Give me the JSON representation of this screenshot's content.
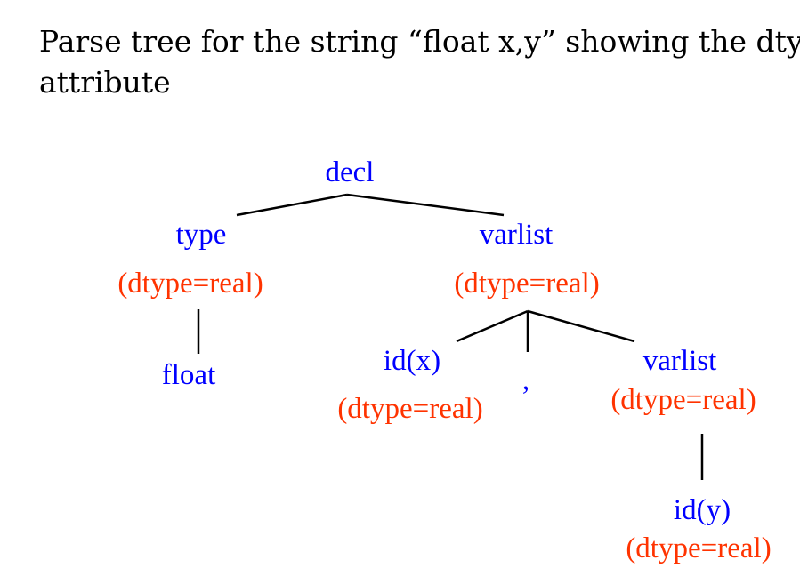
{
  "title_lines": [
    "Parse tree for the string “float x,y” showing the dtype",
    "attribute"
  ],
  "colors": {
    "node": "#0000ff",
    "attribute": "#ff3300",
    "edge": "#000000"
  },
  "tree": {
    "decl": {
      "label": "decl"
    },
    "type": {
      "label": "type",
      "attr": "(dtype=real)"
    },
    "float": {
      "label": "float"
    },
    "varlist_top": {
      "label": "varlist",
      "attr": "(dtype=real)"
    },
    "id_x": {
      "label": "id(x)",
      "attr": "(dtype=real)"
    },
    "comma": {
      "label": ","
    },
    "varlist_inner": {
      "label": "varlist",
      "attr": "(dtype=real)"
    },
    "id_y": {
      "label": "id(y)",
      "attr": "(dtype=real)"
    }
  },
  "edges": [
    [
      "decl",
      "type"
    ],
    [
      "decl",
      "varlist_top"
    ],
    [
      "type",
      "float"
    ],
    [
      "varlist_top",
      "id_x"
    ],
    [
      "varlist_top",
      "comma"
    ],
    [
      "varlist_top",
      "varlist_inner"
    ],
    [
      "varlist_inner",
      "id_y"
    ]
  ]
}
